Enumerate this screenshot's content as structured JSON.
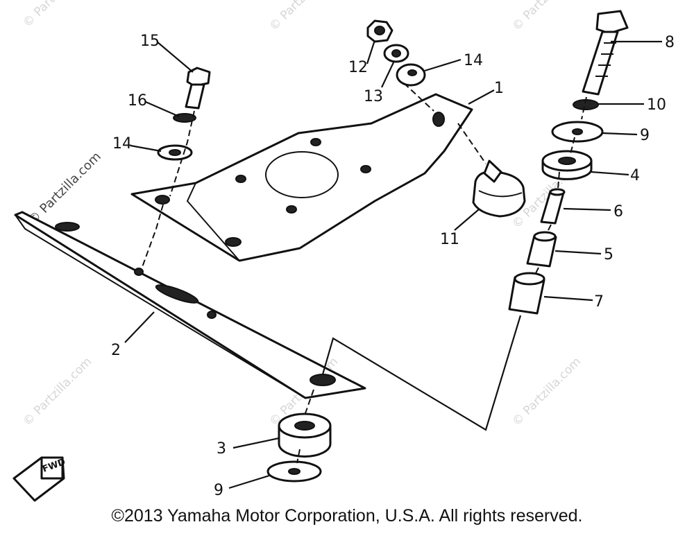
{
  "diagram": {
    "callouts": [
      {
        "id": "c1",
        "label": "1"
      },
      {
        "id": "c2",
        "label": "2"
      },
      {
        "id": "c3",
        "label": "3"
      },
      {
        "id": "c4a",
        "label": "4"
      },
      {
        "id": "c5",
        "label": "5"
      },
      {
        "id": "c6",
        "label": "6"
      },
      {
        "id": "c7",
        "label": "7"
      },
      {
        "id": "c8",
        "label": "8"
      },
      {
        "id": "c9a",
        "label": "9"
      },
      {
        "id": "c9b",
        "label": "9"
      },
      {
        "id": "c10",
        "label": "10"
      },
      {
        "id": "c11",
        "label": "11"
      },
      {
        "id": "c12",
        "label": "12"
      },
      {
        "id": "c13",
        "label": "13"
      },
      {
        "id": "c14a",
        "label": "14"
      },
      {
        "id": "c14b",
        "label": "14"
      },
      {
        "id": "c15",
        "label": "15"
      },
      {
        "id": "c16",
        "label": "16"
      }
    ],
    "fwd_label": "FWD",
    "watermark_text": "© Partzilla.com",
    "copyright": "©2013 Yamaha Motor Corporation, U.S.A. All rights reserved."
  }
}
